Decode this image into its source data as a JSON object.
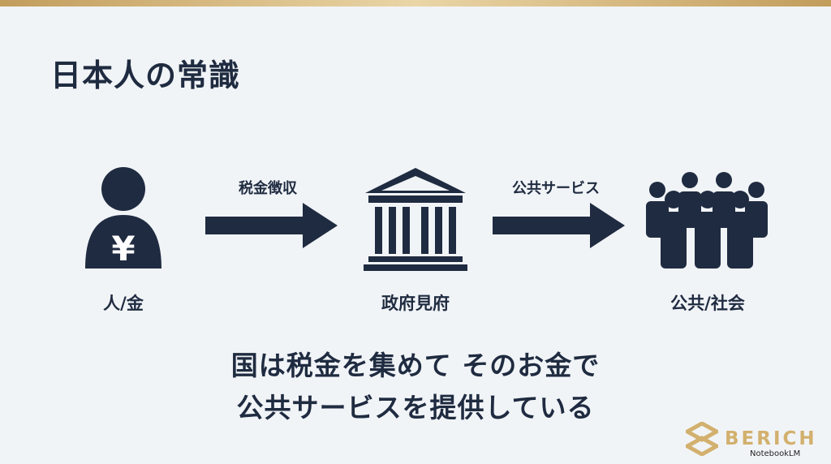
{
  "title": "日本人の常識",
  "nodes": {
    "person": "人/金",
    "government": "政府見府",
    "public": "公共/社会"
  },
  "arrows": {
    "tax": "税金徴収",
    "services": "公共サービス"
  },
  "person_symbol": "¥",
  "message": {
    "line1": "国は税金を集めて そのお金で",
    "line2": "公共サービスを提供している"
  },
  "brand": {
    "name": "BERICH",
    "credit": "NotebookLM"
  },
  "colors": {
    "text": "#1f2b40",
    "gold": "#d2b06e",
    "background": "#f1f4f7"
  }
}
